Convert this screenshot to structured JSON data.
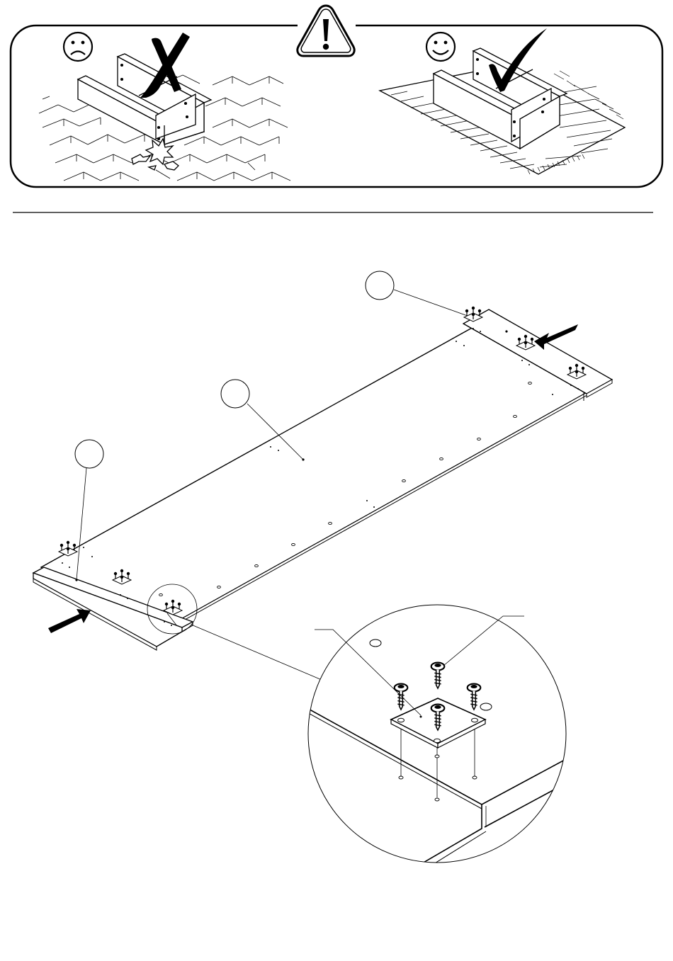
{
  "page": {
    "ink_color": "#000000",
    "paper_color": "#ffffff"
  },
  "warning_panel": {
    "warning_icon": "exclamation-triangle-icon",
    "bad_example": {
      "face_icon": "sad-face-icon",
      "mark_icon": "cross-mark-icon",
      "floor": "hard-brick-floor"
    },
    "good_example": {
      "face_icon": "smiley-face-icon",
      "mark_icon": "check-mark-icon",
      "floor": "soft-carpet-floor"
    }
  },
  "assembly_step": {
    "part_callouts": [
      "",
      "",
      ""
    ],
    "detail_callouts": [
      "",
      ""
    ],
    "push_arrows": [
      "arrow-right-icon",
      "arrow-left-icon"
    ],
    "fastener": "corner-plate-with-screws"
  }
}
